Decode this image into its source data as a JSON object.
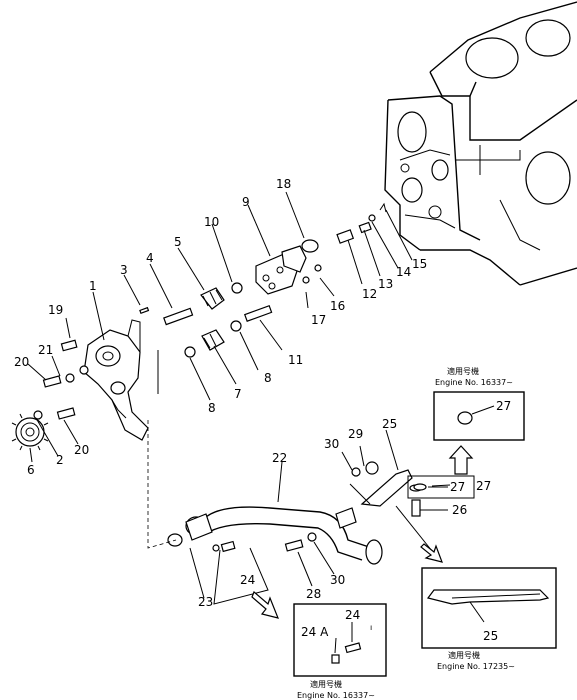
{
  "part_numbers": {
    "p1": "1",
    "p2": "2",
    "p3": "3",
    "p4": "4",
    "p5": "5",
    "p6": "6",
    "p7": "7",
    "p8a": "8",
    "p8b": "8",
    "p9": "9",
    "p10": "10",
    "p11": "11",
    "p12": "12",
    "p13": "13",
    "p14": "14",
    "p15": "15",
    "p16": "16",
    "p17": "17",
    "p18": "18",
    "p19": "19",
    "p20a": "20",
    "p20b": "20",
    "p21": "21",
    "p22": "22",
    "p23": "23",
    "p24": "24",
    "p25": "25",
    "p26": "26",
    "p27": "27",
    "p28": "28",
    "p29": "29",
    "p30a": "30",
    "p30b": "30"
  },
  "insets": {
    "top_right": {
      "title": "適用号機",
      "engine": "Engine No. 16337~",
      "part": "27"
    },
    "middle_right": {
      "part": "27"
    },
    "bottom_right": {
      "title": "適用号機",
      "engine": "Engine No. 17235~",
      "part": "25"
    },
    "bottom_center": {
      "title": "適用号機",
      "engine": "Engine No. 16337~",
      "part_a": "24",
      "part_b": "24 A"
    }
  }
}
